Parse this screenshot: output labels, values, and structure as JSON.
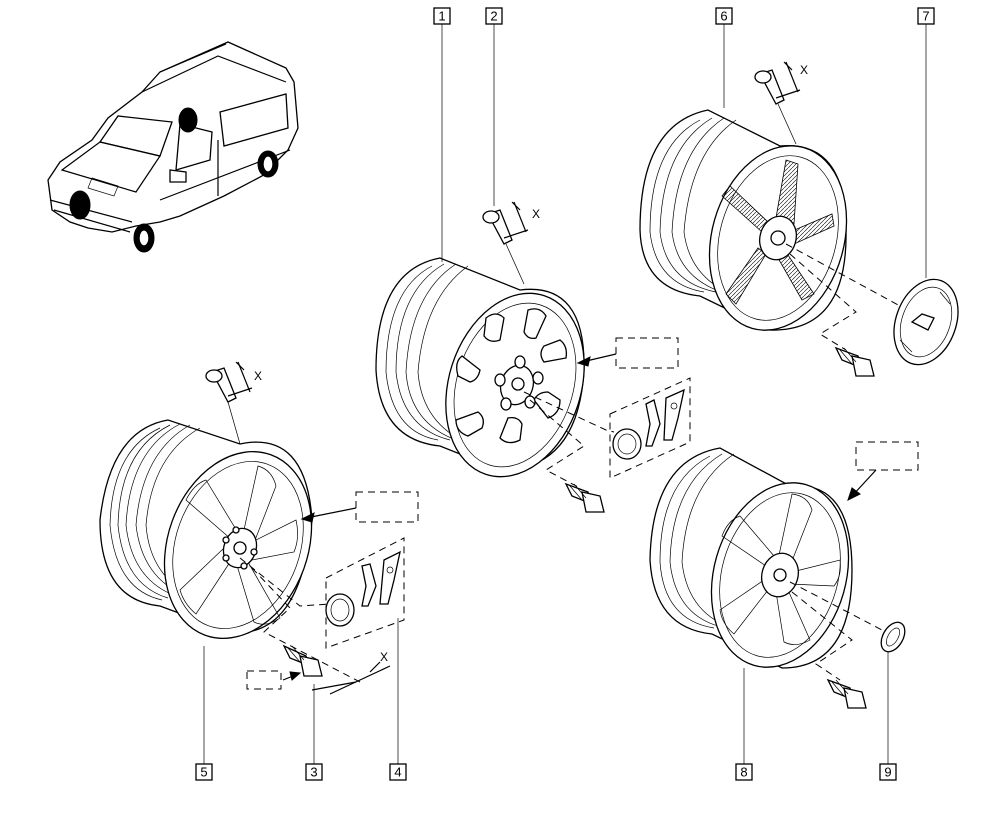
{
  "callouts": [
    {
      "id": "callout-1",
      "label": "1"
    },
    {
      "id": "callout-2",
      "label": "2"
    },
    {
      "id": "callout-3",
      "label": "3"
    },
    {
      "id": "callout-4",
      "label": "4"
    },
    {
      "id": "callout-5",
      "label": "5"
    },
    {
      "id": "callout-6",
      "label": "6"
    },
    {
      "id": "callout-7",
      "label": "7"
    },
    {
      "id": "callout-8",
      "label": "8"
    },
    {
      "id": "callout-9",
      "label": "9"
    }
  ],
  "dimension_label": "X",
  "valve_dimension_label": "X"
}
